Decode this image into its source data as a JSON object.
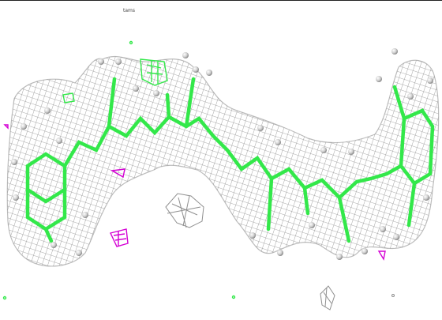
{
  "viewer": {
    "label": "tams"
  },
  "colors": {
    "background": "#ffffff",
    "density_mesh": "#8f8f8f",
    "carbon_bonds": "#33e84a",
    "hydrogens": "#cfcfcf",
    "negative_density": "#d400d4",
    "border": "#222222"
  },
  "scene": {
    "description_items": [
      "electron-density-mesh",
      "ball-and-stick-molecule",
      "difference-density-blobs"
    ]
  }
}
